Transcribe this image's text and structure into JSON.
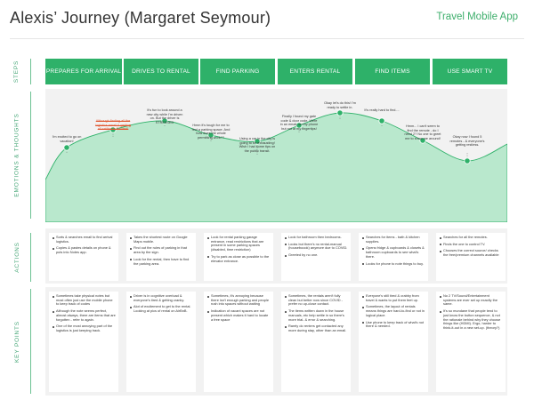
{
  "header": {
    "title": "Alexis’ Journey (Margaret Seymour)",
    "subtitle": "Travel Mobile App"
  },
  "row_labels": {
    "steps": "STEPS",
    "emotions": "EMOTIONS & THOUGHTS",
    "actions": "ACTIONS",
    "key_points": "KEY POINTS"
  },
  "steps": [
    "PREPARES FOR ARRIVAL",
    "DRIVES TO RENTAL",
    "FIND PARKING",
    "ENTERS RENTAL",
    "FIND ITEMS",
    "USE SMART TV"
  ],
  "colors": {
    "accent": "#2eb169",
    "curve_fill": "#b9e8cd",
    "dot": "#2eb169",
    "highlight": "#e0542e",
    "panel": "#f2f2f2"
  },
  "emotions": [
    {
      "text": "I'm excited to go on vacation!",
      "level": 0.48,
      "highlight": false
    },
    {
      "text": "Although finding all the logistics email & getting all settled in Excited!",
      "level": 0.68,
      "highlight": true
    },
    {
      "text": "It's fun to look around a new city while I'm driven on. But the driver is STRESSED",
      "level": 0.78,
      "highlight": false
    },
    {
      "text": "Hmm it's tough for me to find a parking space. And how does the whole permitting work??",
      "level": 0.62,
      "highlight": false
    },
    {
      "text": "Using a car in the city is going to be exhausting! Wish I had some tips on the public transit.",
      "level": 0.55,
      "highlight": false
    },
    {
      "text": "Finally I found my gate code & door code. Were in an email, on my phone but not at my fingertips!",
      "level": 0.73,
      "highlight": false
    },
    {
      "text": "Okay let's do this! I'm ready to settle in.",
      "level": 0.87,
      "highlight": false
    },
    {
      "text": "It's really hard to find....",
      "level": 0.78,
      "highlight": false
    },
    {
      "text": "Hmm... I can't seem to find the remote - do I need 2? No one to greet me to show me around!",
      "level": 0.56,
      "highlight": false
    },
    {
      "text": "Okay now I found 5 remotes - & everyone's getting restless.",
      "level": 0.33,
      "highlight": false
    }
  ],
  "actions": [
    [
      "Sorts & searches email to find arrival logistics.",
      "Copies & pastes details on phone & puts into Notes app."
    ],
    [
      "Takes the shortest route on Google Maps mobile.",
      "Find out the rules of parking in that area by the sign.",
      "Look for the rental, then have to find the parking area."
    ],
    [
      "Look for rental parking garage entrance, read restrictions that are present in some parking spaces (disabled, time restriction)",
      "Try to park as close as possible to the elevator entrance."
    ],
    [
      "Look for bathroom then bedrooms.",
      "Looks but there's no rental-manual (houseboook) anymore due to COVID.",
      "Greeted by no one."
    ],
    [
      "Searches for items - bath & kitchen supplies.",
      "Opens fridge & cupboards & closets & bathroom cupboards to see what's there.",
      "Looks for phone to note things to buy."
    ],
    [
      "Searches for all the remotes.",
      "Finds the one to control TV.",
      "Chooses the correct source/ checks the free/premium channels available"
    ]
  ],
  "key_points": [
    [
      "Sometimes take physical notes but most often just use the mobile phone to keep track of codes",
      "Although the note seems perfect, almost always, there are items that are forgotten - refer to again.",
      "One of the most annoying part of the logistics is just keeping track."
    ],
    [
      "Driver is in cognitive overload & everyone's tired & getting cranky.",
      "Alot of excitement to get to the rental. Looking at pics of rental on AirBnB."
    ],
    [
      "Sometimes, it's annoying because there isn't enough parking and people rush into spaces without waiting",
      "Indication of vacant spaces are not present which makes it hard to locate a free space"
    ],
    [
      "Sometimes, the rentals aren't fully clean but better now since COVID - prefer no up-close contact.",
      "The items written down in the house manuals, etc help settle in so there's more trial- & error & searching.",
      "Rarely do renters get contacted any more during stay, other than an email."
    ],
    [
      "Everyone's still tired & crabby from travel & wants to put them feet up.",
      "Sometimes, the layout of rentals means things are hard-to-find or not in logical place.",
      "Use phone to keep track of what's not there & needed."
    ],
    [
      "No 2 TV/Sound/Entertainment systems are ever set up exactly the same.",
      "It's so mundane that people tend to just know the button sequence, & not the rationale behind why they choose things like (HDMI). Ergo, harder to think-it-out in a new set-up. (theory?)"
    ]
  ]
}
